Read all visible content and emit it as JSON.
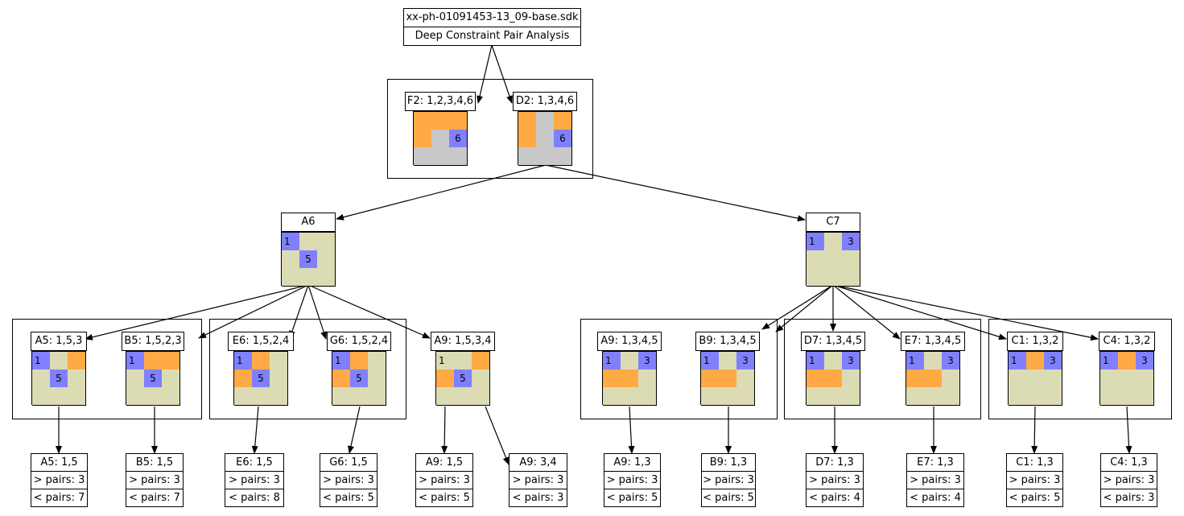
{
  "root": {
    "file": "xx-ph-01091453-13_09-base.sdk",
    "subtitle": "Deep Constraint Pair Analysis"
  },
  "colors": {
    "orange": "#ffaa44",
    "blue": "#8080ff",
    "gray": "#c8c8c8",
    "tan": "#dcdcb4"
  },
  "top_nodes": [
    {
      "label": "F2: 1,2,3,4,6",
      "cells": [
        [
          "o",
          ""
        ],
        [
          "o",
          ""
        ],
        [
          "o",
          ""
        ],
        [
          "o",
          ""
        ],
        [
          "g",
          ""
        ],
        [
          "b",
          "6"
        ],
        [
          "g",
          ""
        ],
        [
          "g",
          ""
        ],
        [
          "g",
          ""
        ]
      ]
    },
    {
      "label": "D2: 1,3,4,6",
      "cells": [
        [
          "o",
          ""
        ],
        [
          "g",
          ""
        ],
        [
          "o",
          ""
        ],
        [
          "o",
          ""
        ],
        [
          "g",
          ""
        ],
        [
          "b",
          "6"
        ],
        [
          "g",
          ""
        ],
        [
          "g",
          ""
        ],
        [
          "g",
          ""
        ]
      ]
    }
  ],
  "mid_nodes": [
    {
      "label": "A6",
      "cells": [
        [
          "b",
          "1"
        ],
        [
          "t",
          ""
        ],
        [
          "t",
          ""
        ],
        [
          "t",
          ""
        ],
        [
          "b",
          "5"
        ],
        [
          "t",
          ""
        ],
        [
          "t",
          ""
        ],
        [
          "t",
          ""
        ],
        [
          "t",
          ""
        ]
      ]
    },
    {
      "label": "C7",
      "cells": [
        [
          "b",
          "1"
        ],
        [
          "t",
          ""
        ],
        [
          "b",
          "3"
        ],
        [
          "t",
          ""
        ],
        [
          "t",
          ""
        ],
        [
          "t",
          ""
        ],
        [
          "t",
          ""
        ],
        [
          "t",
          ""
        ],
        [
          "t",
          ""
        ]
      ]
    }
  ],
  "level3": [
    {
      "label": "A5: 1,5,3",
      "cells": [
        [
          "b",
          "1"
        ],
        [
          "t",
          ""
        ],
        [
          "o",
          ""
        ],
        [
          "t",
          ""
        ],
        [
          "b",
          "5"
        ],
        [
          "t",
          ""
        ],
        [
          "t",
          ""
        ],
        [
          "t",
          ""
        ],
        [
          "t",
          ""
        ]
      ]
    },
    {
      "label": "B5: 1,5,2,3",
      "cells": [
        [
          "b",
          "1"
        ],
        [
          "o",
          ""
        ],
        [
          "o",
          ""
        ],
        [
          "t",
          ""
        ],
        [
          "b",
          "5"
        ],
        [
          "t",
          ""
        ],
        [
          "t",
          ""
        ],
        [
          "t",
          ""
        ],
        [
          "t",
          ""
        ]
      ]
    },
    {
      "label": "E6: 1,5,2,4",
      "cells": [
        [
          "b",
          "1"
        ],
        [
          "o",
          ""
        ],
        [
          "t",
          ""
        ],
        [
          "o",
          ""
        ],
        [
          "b",
          "5"
        ],
        [
          "t",
          ""
        ],
        [
          "t",
          ""
        ],
        [
          "t",
          ""
        ],
        [
          "t",
          ""
        ]
      ]
    },
    {
      "label": "G6: 1,5,2,4",
      "cells": [
        [
          "b",
          "1"
        ],
        [
          "o",
          ""
        ],
        [
          "t",
          ""
        ],
        [
          "o",
          ""
        ],
        [
          "b",
          "5"
        ],
        [
          "t",
          ""
        ],
        [
          "t",
          ""
        ],
        [
          "t",
          ""
        ],
        [
          "t",
          ""
        ]
      ]
    },
    {
      "label": "A9: 1,5,3,4",
      "cells": [
        [
          "t",
          "1"
        ],
        [
          "t",
          ""
        ],
        [
          "o",
          ""
        ],
        [
          "o",
          ""
        ],
        [
          "b",
          "5"
        ],
        [
          "t",
          ""
        ],
        [
          "t",
          ""
        ],
        [
          "t",
          ""
        ],
        [
          "t",
          ""
        ]
      ]
    },
    {
      "label": "A9: 1,3,4,5",
      "cells": [
        [
          "b",
          "1"
        ],
        [
          "t",
          ""
        ],
        [
          "b",
          "3"
        ],
        [
          "o",
          ""
        ],
        [
          "o",
          ""
        ],
        [
          "t",
          ""
        ],
        [
          "t",
          ""
        ],
        [
          "t",
          ""
        ],
        [
          "t",
          ""
        ]
      ]
    },
    {
      "label": "B9: 1,3,4,5",
      "cells": [
        [
          "b",
          "1"
        ],
        [
          "t",
          ""
        ],
        [
          "b",
          "3"
        ],
        [
          "o",
          ""
        ],
        [
          "o",
          ""
        ],
        [
          "t",
          ""
        ],
        [
          "t",
          ""
        ],
        [
          "t",
          ""
        ],
        [
          "t",
          ""
        ]
      ]
    },
    {
      "label": "D7: 1,3,4,5",
      "cells": [
        [
          "b",
          "1"
        ],
        [
          "t",
          ""
        ],
        [
          "b",
          "3"
        ],
        [
          "o",
          ""
        ],
        [
          "o",
          ""
        ],
        [
          "t",
          ""
        ],
        [
          "t",
          ""
        ],
        [
          "t",
          ""
        ],
        [
          "t",
          ""
        ]
      ]
    },
    {
      "label": "E7: 1,3,4,5",
      "cells": [
        [
          "b",
          "1"
        ],
        [
          "t",
          ""
        ],
        [
          "b",
          "3"
        ],
        [
          "o",
          ""
        ],
        [
          "o",
          ""
        ],
        [
          "t",
          ""
        ],
        [
          "t",
          ""
        ],
        [
          "t",
          ""
        ],
        [
          "t",
          ""
        ]
      ]
    },
    {
      "label": "C1: 1,3,2",
      "cells": [
        [
          "b",
          "1"
        ],
        [
          "o",
          ""
        ],
        [
          "b",
          "3"
        ],
        [
          "t",
          ""
        ],
        [
          "t",
          ""
        ],
        [
          "t",
          ""
        ],
        [
          "t",
          ""
        ],
        [
          "t",
          ""
        ],
        [
          "t",
          ""
        ]
      ]
    },
    {
      "label": "C4: 1,3,2",
      "cells": [
        [
          "b",
          "1"
        ],
        [
          "o",
          ""
        ],
        [
          "b",
          "3"
        ],
        [
          "t",
          ""
        ],
        [
          "t",
          ""
        ],
        [
          "t",
          ""
        ],
        [
          "t",
          ""
        ],
        [
          "t",
          ""
        ],
        [
          "t",
          ""
        ]
      ]
    }
  ],
  "leaves": [
    {
      "title": "A5: 1,5",
      "gt": "> pairs: 3",
      "lt": "< pairs: 7"
    },
    {
      "title": "B5: 1,5",
      "gt": "> pairs: 3",
      "lt": "< pairs: 7"
    },
    {
      "title": "E6: 1,5",
      "gt": "> pairs: 3",
      "lt": "< pairs: 8"
    },
    {
      "title": "G6: 1,5",
      "gt": "> pairs: 3",
      "lt": "< pairs: 5"
    },
    {
      "title": "A9: 1,5",
      "gt": "> pairs: 3",
      "lt": "< pairs: 5"
    },
    {
      "title": "A9: 3,4",
      "gt": "> pairs: 3",
      "lt": "< pairs: 3"
    },
    {
      "title": "A9: 1,3",
      "gt": "> pairs: 3",
      "lt": "< pairs: 5"
    },
    {
      "title": "B9: 1,3",
      "gt": "> pairs: 3",
      "lt": "< pairs: 5"
    },
    {
      "title": "D7: 1,3",
      "gt": "> pairs: 3",
      "lt": "< pairs: 4"
    },
    {
      "title": "E7: 1,3",
      "gt": "> pairs: 3",
      "lt": "< pairs: 4"
    },
    {
      "title": "C1: 1,3",
      "gt": "> pairs: 3",
      "lt": "< pairs: 5"
    },
    {
      "title": "C4: 1,3",
      "gt": "> pairs: 3",
      "lt": "< pairs: 3"
    }
  ]
}
